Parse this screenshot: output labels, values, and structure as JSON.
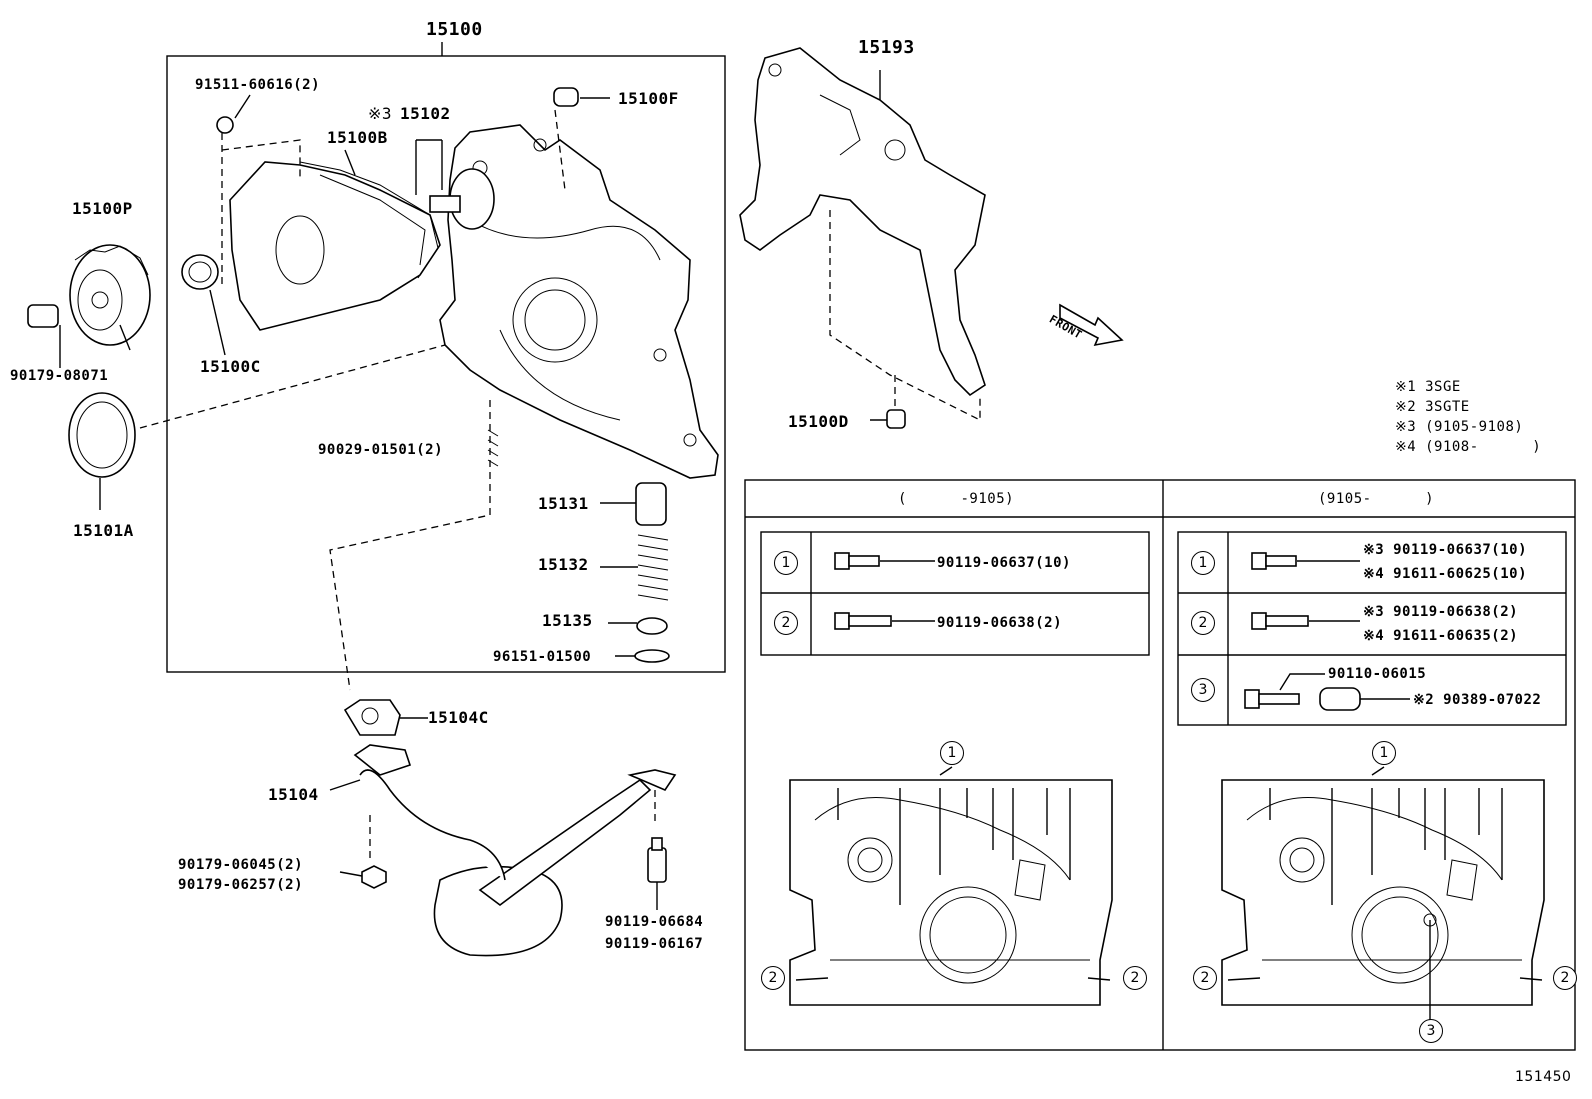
{
  "main": {
    "top_group": "15100",
    "parts": {
      "p91511": "91511-60616(2)",
      "p15102_mark": "※3",
      "p15102": "15102",
      "p15100B": "15100B",
      "p15100F": "15100F",
      "p15100P": "15100P",
      "p15100C": "15100C",
      "p90179_08071": "90179-08071",
      "p15101A": "15101A",
      "p90029": "90029-01501(2)",
      "p15131": "15131",
      "p15132": "15132",
      "p15135": "15135",
      "p96151": "96151-01500",
      "p15104C": "15104C",
      "p15104": "15104",
      "p90179_06045": "90179-06045(2)",
      "p90179_06257": "90179-06257(2)",
      "p90119_06684": "90119-06684",
      "p90119_06167": "90119-06167",
      "p15193": "15193",
      "p15100D": "15100D",
      "front": "FRONT"
    },
    "notes": [
      "※1 3SGE",
      "※2 3SGTE",
      "※3 (9105-9108)",
      "※4 (9108-      )"
    ],
    "figure_id": "151450"
  },
  "table": {
    "left_header": "(      -9105)",
    "right_header": "(9105-      )",
    "left_rows": [
      {
        "num": "1",
        "part": "90119-06637(10)"
      },
      {
        "num": "2",
        "part": "90119-06638(2)"
      }
    ],
    "right_rows": [
      {
        "num": "1",
        "a": "※3 90119-06637(10)",
        "b": "※4 91611-60625(10)"
      },
      {
        "num": "2",
        "a": "※3 90119-06638(2)",
        "b": "※4 91611-60635(2)"
      },
      {
        "num": "3",
        "a": "90110-06015",
        "b": "※2 90389-07022"
      }
    ],
    "callouts": {
      "c1": "1",
      "c2": "2",
      "c3": "3"
    }
  }
}
